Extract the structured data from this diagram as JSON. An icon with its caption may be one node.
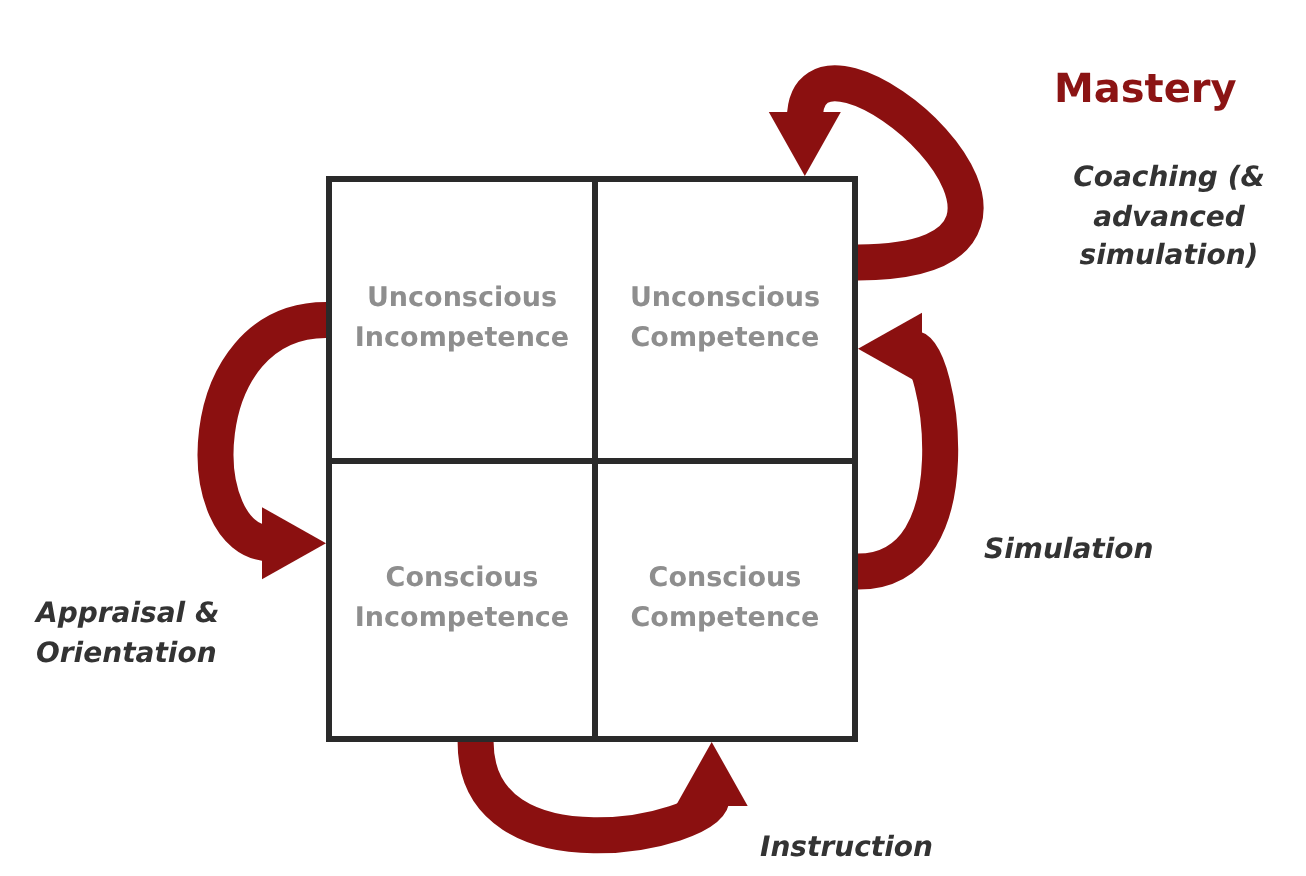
{
  "diagram": {
    "nodes": [
      {
        "text": [
          "Unconscious Incompetence"
        ]
      },
      {
        "text": [
          "Unconscious Competence"
        ]
      },
      {
        "text": [
          "Conscious Incompetence"
        ]
      },
      {
        "text": [
          "Conscious Competence"
        ]
      }
    ],
    "edges": [
      {
        "from": 0,
        "to": 2,
        "arrow": "to",
        "label": "Appraisal & Orientation"
      },
      {
        "from": 2,
        "to": 3,
        "arrow": "to",
        "label": "Instruction"
      },
      {
        "from": 3,
        "to": 1,
        "arrow": "to",
        "label": "Simulation"
      },
      {
        "from": 1,
        "to": 1,
        "arrow": "to",
        "label": "Coaching (& advanced simulation)"
      }
    ],
    "labels": [
      "Mastery"
    ]
  }
}
